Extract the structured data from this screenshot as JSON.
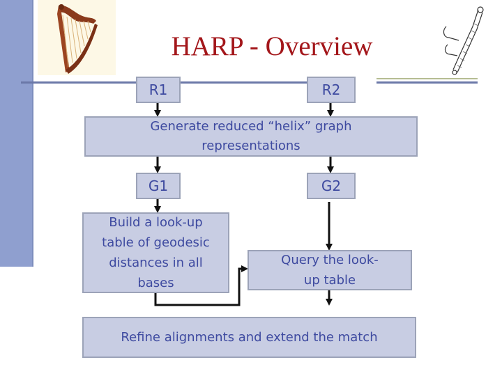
{
  "title": "HARP - Overview",
  "nodes": {
    "r1": "R1",
    "r2": "R2",
    "g1": "G1",
    "g2": "G2"
  },
  "steps": {
    "generate": "Generate reduced “helix” graph representations",
    "build": "Build a look-up table of geodesic distances in all bases",
    "query": "Query the look-up table",
    "refine": "Refine alignments and extend the match"
  },
  "colors": {
    "title": "#a3161a",
    "box_fill": "#c8cde3",
    "box_text": "#3e4aa0",
    "sidebar": "#8f9fcf"
  },
  "icons": {
    "logo": "harp-icon",
    "decor": "rna-structure-icon"
  }
}
